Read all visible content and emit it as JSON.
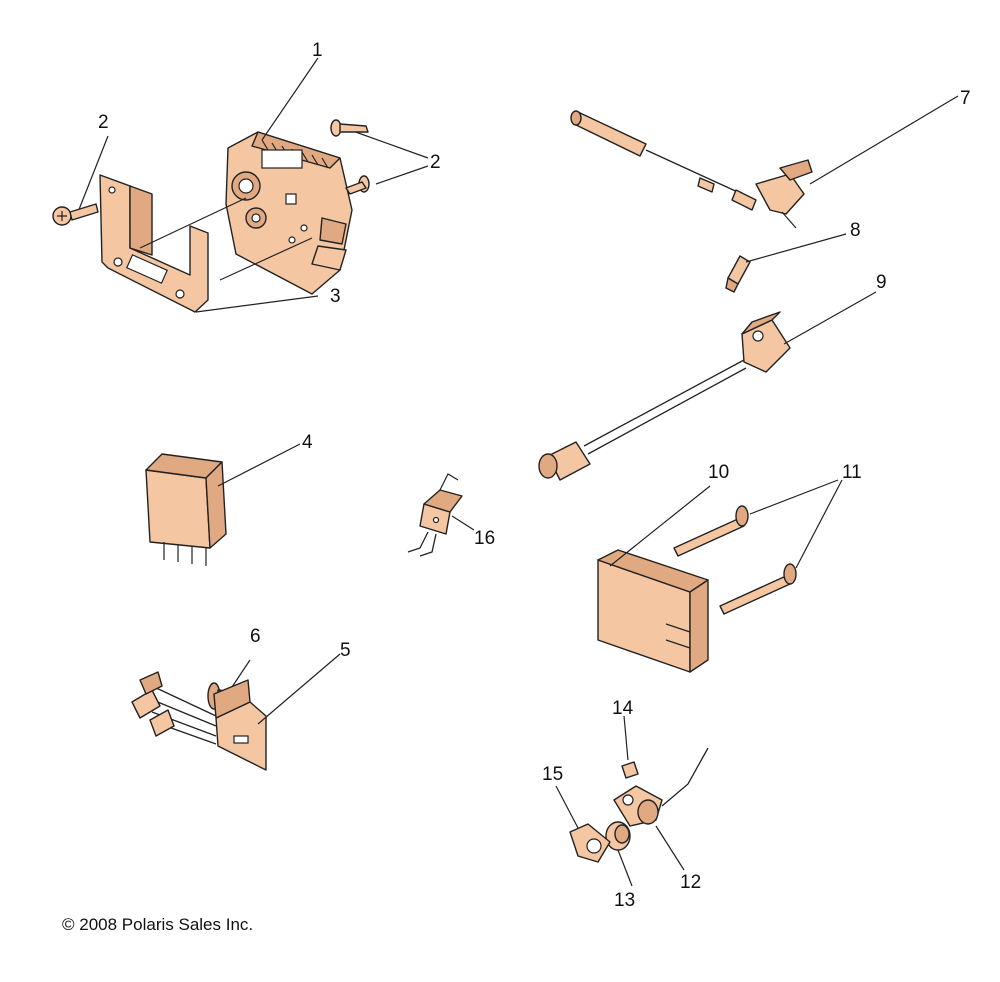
{
  "callouts": {
    "c1": "1",
    "c2a": "2",
    "c2b": "2",
    "c3": "3",
    "c4": "4",
    "c5": "5",
    "c6": "6",
    "c7": "7",
    "c8": "8",
    "c9": "9",
    "c10": "10",
    "c11": "11",
    "c12": "12",
    "c13": "13",
    "c14": "14",
    "c15": "15",
    "c16": "16"
  },
  "copyright": "© 2008 Polaris Sales Inc.",
  "colors": {
    "part_fill": "#f4c6a2",
    "part_shade": "#e0a982",
    "outline": "#222222"
  }
}
